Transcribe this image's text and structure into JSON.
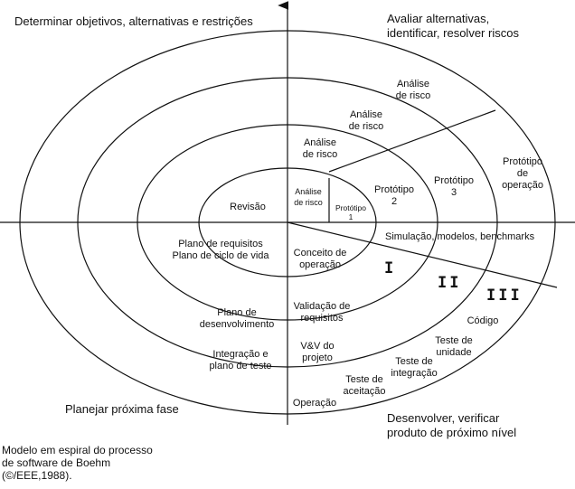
{
  "quadrants": {
    "top_left": "Determinar objetivos, alternativas e restrições",
    "top_right": [
      "Avaliar alternativas,",
      "identificar, resolver riscos"
    ],
    "bottom_left": "Planejar próxima fase",
    "bottom_right": [
      "Desenvolver, verificar",
      "produto de próximo nível"
    ]
  },
  "labels": {
    "analise_1": [
      "Análise",
      "de risco"
    ],
    "analise_2": [
      "Análise",
      "de risco"
    ],
    "analise_3": [
      "Análise",
      "de risco"
    ],
    "analise_4": [
      "Análise",
      "de risco"
    ],
    "prototipo_1": [
      "Protótipo",
      "1"
    ],
    "prototipo_2": [
      "Protótipo",
      "2"
    ],
    "prototipo_3": [
      "Protótipo",
      "3"
    ],
    "prototipo_operacao": [
      "Protótipo",
      "de",
      "operação"
    ],
    "revisao": "Revisão",
    "simulacao": "Simulação, modelos, benchmarks",
    "plano_requisitos": [
      "Plano de requisitos",
      "Plano de ciclo de vida"
    ],
    "conceito": [
      "Conceito de",
      "operação"
    ],
    "plano_desenvolvimento": [
      "Plano de",
      "desenvolvimento"
    ],
    "validacao": [
      "Validação de",
      "requisitos"
    ],
    "integracao": [
      "Integração e",
      "plano de teste"
    ],
    "vv_projeto": [
      "V&V do",
      "projeto"
    ],
    "codigo": "Código",
    "teste_unidade": [
      "Teste de",
      "unidade"
    ],
    "teste_integracao": [
      "Teste de",
      "integração"
    ],
    "teste_aceitacao": [
      "Teste de",
      "aceitação"
    ],
    "operacao": "Operação",
    "roman_1": "I",
    "roman_2": "II",
    "roman_3": "III"
  },
  "caption": [
    "Modelo em espiral do processo",
    "de software de Boehm",
    "(©/EEE,1988)."
  ]
}
